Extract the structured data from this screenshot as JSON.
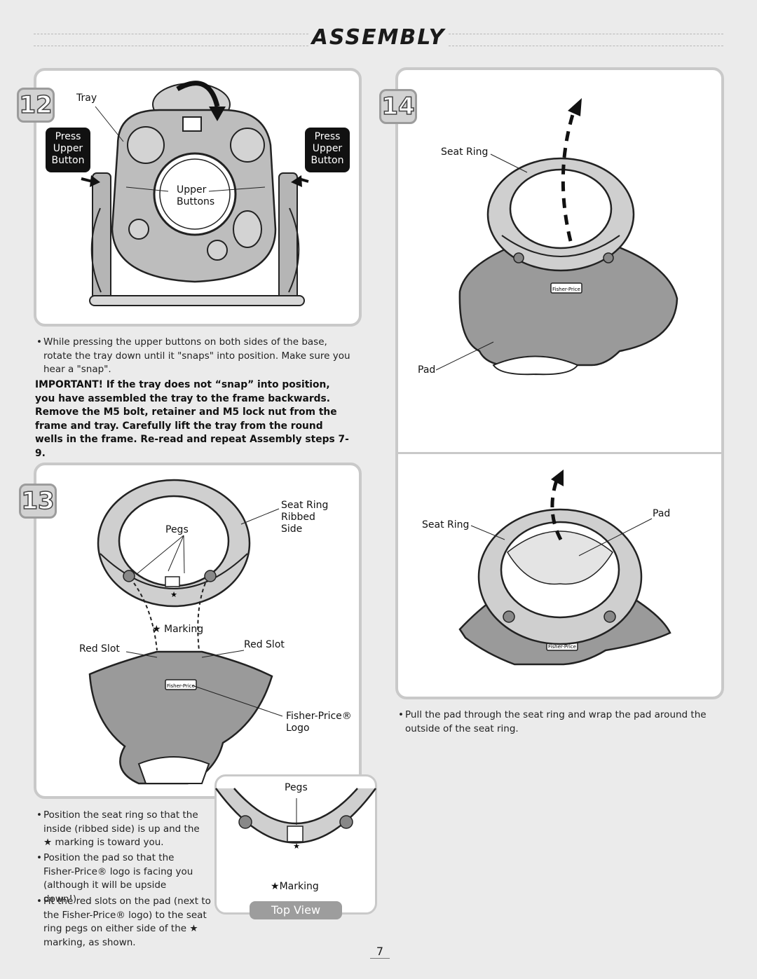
{
  "header": {
    "title": "ASSEMBLY"
  },
  "step12": {
    "number": "12",
    "tray_label": "Tray",
    "press_left": "Press Upper Button",
    "press_right": "Press Upper Button",
    "upper_buttons_label": "Upper Buttons",
    "bullet": "While pressing the upper buttons on both sides of the base, rotate the tray down until it \"snaps\" into position. Make sure you hear a \"snap\".",
    "important": "IMPORTANT! If the tray does not “snap” into position, you have assembled the tray to the frame backwards. Remove the M5 bolt, retainer and M5 lock nut from the frame and tray. Carefully lift the tray from the round wells in the frame. Re-read and repeat Assembly steps 7-9."
  },
  "step13": {
    "number": "13",
    "seat_ring_ribbed_side": "Seat Ring Ribbed Side",
    "pegs": "Pegs",
    "marking": "Marking",
    "red_slot_left": "Red Slot",
    "red_slot_right": "Red Slot",
    "fisher_price_logo": "Fisher-Price® Logo",
    "pad_logo_text": "Fisher-Price",
    "inset_pegs": "Pegs",
    "inset_marking": "Marking",
    "top_view": "Top View",
    "bullets": [
      "Position the seat ring so that the inside (ribbed side) is up and the ★ marking is toward you.",
      "Position the pad so that the Fisher-Price® logo is facing you (although it will be upside down!)",
      "Fit the red slots on the pad (next to the Fisher-Price® logo) to the seat ring pegs on either side of the ★ marking, as shown."
    ]
  },
  "step14": {
    "number": "14",
    "seat_ring_top": "Seat Ring",
    "pad_top": "Pad",
    "seat_ring_bottom": "Seat Ring",
    "pad_bottom": "Pad",
    "pad_logo_text": "Fisher-Price",
    "bullet": "Pull the pad through the seat ring and wrap the pad around the outside of the seat ring."
  },
  "page_number": "7"
}
